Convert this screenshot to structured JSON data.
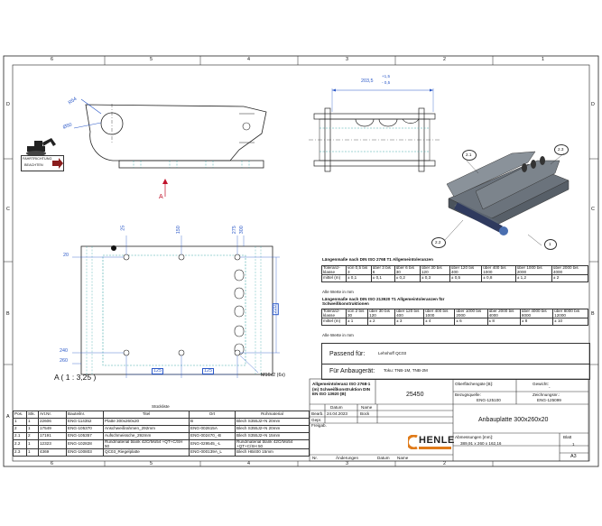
{
  "colors": {
    "dimension": "#2a58c8",
    "red_mark": "#c0112a",
    "hidden_line": "#3aa7a7",
    "part_body": "#5a6470"
  },
  "frame": {
    "col_numbers": [
      "6",
      "5",
      "4",
      "3",
      "2",
      "1"
    ],
    "row_letters": [
      "D",
      "C",
      "B",
      "A"
    ]
  },
  "front_view": {
    "radius_label": "R54",
    "dia_label": "Ø50",
    "section_label": "A"
  },
  "top_view": {
    "dim_label": "203,5",
    "tol_upper": "+1,5",
    "tol_lower": "- 0,5"
  },
  "direction_sign": {
    "line1": "FAHRTRICHTUNG",
    "line2": "BEACHTEN"
  },
  "balloons": [
    "2.1",
    "2.3",
    "2.2",
    "1"
  ],
  "view_a": {
    "title": "A ( 1 : 3,25 )",
    "top_dims": [
      "25",
      "150",
      "275",
      "300"
    ],
    "left_dims": [
      "20",
      "240",
      "260"
    ],
    "right_dim": "220",
    "bottom_dims": [
      "125",
      "125"
    ],
    "hole_note": "M16x2 (6x)"
  },
  "tolerance_linear": {
    "title": "Längenmaße nach DIN ISO 2768 T1 Allgemeintoleranzen",
    "headers": [
      "Toleranz-klasse",
      "von 0,5 bis 3",
      "über 3 bis 6",
      "über 6 bis 30",
      "über 30 bis 120",
      "über 120 bis 400",
      "über 400 bis 1000",
      "über 1000 bis 2000",
      "über 2000 bis 4000"
    ],
    "row": [
      "mittel (m)",
      "± 0,1",
      "± 0,1",
      "± 0,2",
      "± 0,3",
      "± 0,5",
      "± 0,8",
      "± 1,2",
      "± 2"
    ],
    "note": "Alle Werte in mm"
  },
  "tolerance_weld": {
    "title": "Längenmaße nach DIN ISO 213920 T1 Allgemeintoleranzen für Schweißkonstruktionen",
    "headers": [
      "Toleranz-klasse",
      "von 2 bis 30",
      "über 30 bis 120",
      "über 120 bis 400",
      "über 400 bis 1000",
      "über 1000 bis 2000",
      "über 2000 bis 4000",
      "über 4000 bis 8000",
      "über 8000 bis 12000"
    ],
    "row": [
      "mittel (m)",
      "± 1",
      "± 2",
      "± 3",
      "± 4",
      "± 6",
      "± 8",
      "± 8",
      "± 10"
    ],
    "note": "Alle Werte in mm"
  },
  "fits": {
    "label": "Passend für:",
    "value": "Lehnhoff QC03"
  },
  "attachment": {
    "label": "Für Anbaugerät:",
    "value": "Toku: TNB-1M, TNB-2M"
  },
  "title_block": {
    "general_tol": "Allgemeintoleranz ISO 2768-1 (m) Schweißkonstruktion DIN EN ISO 13920 (B)",
    "number": "25450",
    "datum_label": "Datum",
    "name_label": "Name",
    "bearb_label": "Bearb.",
    "bearb_date": "24.04.2023",
    "bearb_name": "Bock",
    "gepr_label": "Gepr.",
    "freig_label": "Freigab.",
    "oberflaeche_label": "Oberflächengüte [B]:",
    "gewicht_label": "Gewicht:",
    "gewicht_value": "-",
    "bezugsquelle_label": "Bezugsquelle:",
    "bezugsquelle_value": "ENG-125100",
    "zeichnungsnr_label": "Zeichnungsnr.:",
    "zeichnungsnr_value": "ENG-125099",
    "part_name": "Anbauplatte 300x260x20",
    "abmessungen_label": "Abmessungen [mm]:",
    "abmessungen_value": "389,91 x 260 x 162,16",
    "blatt_label": "Blatt",
    "blatt_value": "1",
    "format": "A3",
    "logo_text": "HENLE",
    "footer": [
      "Nr.",
      "Änderungen",
      "Datum",
      "Name"
    ]
  },
  "bom": {
    "title": "Stückliste",
    "headers": [
      "Pos.",
      "Stk.",
      "Art.Nr.",
      "Bauteilnr.",
      "Titel",
      "Ort",
      "Rohmaterial"
    ],
    "rows": [
      [
        "1",
        "1",
        "22606",
        "ENG-114352",
        "Platte 300x260x20",
        "B",
        "Blech S355J2+N 20mm"
      ],
      [
        "2",
        "1",
        "17549",
        "ENG-105370",
        "Anschweißrahmen_292mm",
        "ENG-002615A",
        "Blech S355J2+N 20mm"
      ],
      [
        "2.1",
        "2",
        "17191",
        "ENG-105357",
        "Aufschmeissche_292mm",
        "ENG-002470_-B",
        "Blech S355J2+N 15mm"
      ],
      [
        "2.2",
        "1",
        "12323",
        "ENG-102828",
        "Rundmaterial blank 42CrMo54 +QT+C/SH 50",
        "ENG-029545_-L",
        "Rundmaterial blank 42CrMo54 +QT+C/SH 50"
      ],
      [
        "2.3",
        "1",
        "4369",
        "ENG-100803",
        "QC03_Riegelplatte",
        "ENG-000139A_L",
        "Blech HB400 15mm"
      ]
    ]
  }
}
